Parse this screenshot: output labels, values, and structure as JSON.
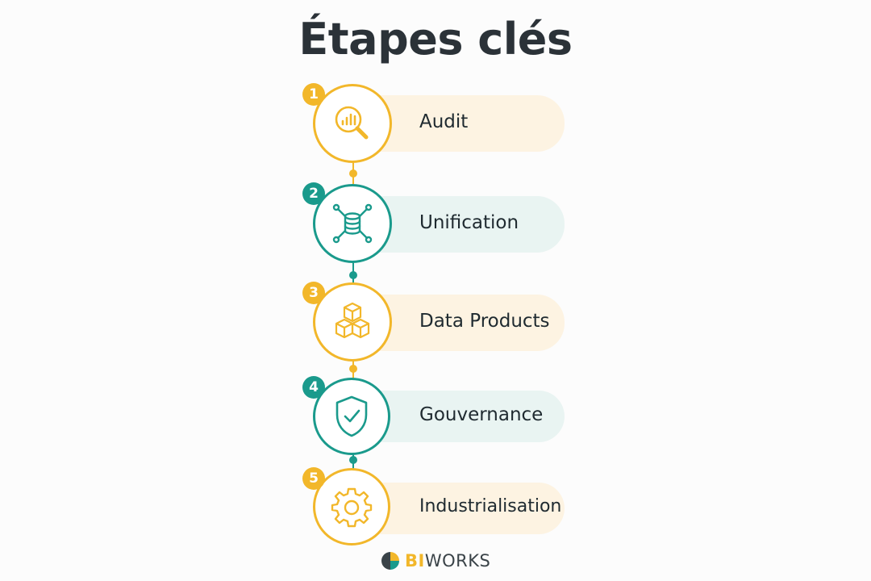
{
  "title": "Étapes clés",
  "colors": {
    "yellow": "#f2b72a",
    "teal": "#1a9a8c",
    "yellow_bg": "#fdf3e2",
    "teal_bg": "#e9f4f2"
  },
  "steps": [
    {
      "number": "1",
      "label": "Audit",
      "icon": "magnifier-chart-icon",
      "accent": "yellow"
    },
    {
      "number": "2",
      "label": "Unification",
      "icon": "database-network-icon",
      "accent": "teal"
    },
    {
      "number": "3",
      "label": "Data Products",
      "icon": "stacked-cubes-icon",
      "accent": "yellow"
    },
    {
      "number": "4",
      "label": "Gouvernance",
      "icon": "shield-check-icon",
      "accent": "teal"
    },
    {
      "number": "5",
      "label": "Industrialisation",
      "icon": "gear-icon",
      "accent": "yellow"
    }
  ],
  "logo": {
    "prefix": "BI",
    "suffix": "WORKS"
  }
}
